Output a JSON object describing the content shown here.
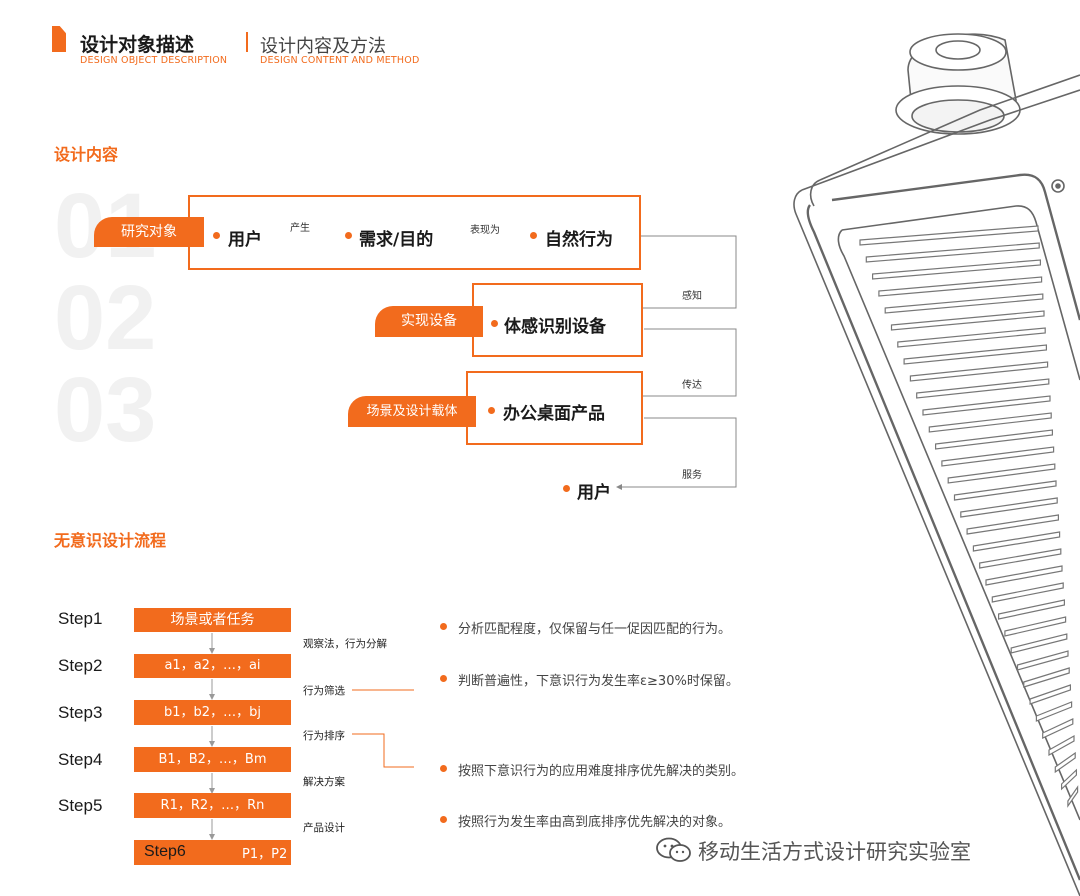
{
  "header": {
    "title": "设计对象描述",
    "subtitle": "DESIGN OBJECT DESCRIPTION",
    "title2": "设计内容及方法",
    "subtitle2": "DESIGN CONTENT AND METHOD"
  },
  "content_section": {
    "title": "设计内容",
    "numbers": [
      "01",
      "02",
      "03"
    ],
    "rows": [
      {
        "tag": "研究对象",
        "nodes": [
          "用户",
          "需求/目的",
          "自然行为"
        ],
        "arrow_labels": [
          "产生",
          "表现为"
        ]
      },
      {
        "tag": "实现设备",
        "nodes": [
          "体感识别设备"
        ]
      },
      {
        "tag": "场景及设计载体",
        "nodes": [
          "办公桌面产品"
        ]
      }
    ],
    "end_node": "用户",
    "link_labels": [
      "感知",
      "传达",
      "服务"
    ]
  },
  "flow_section": {
    "title": "无意识设计流程",
    "steps": [
      {
        "label": "Step1",
        "box": "场景或者任务"
      },
      {
        "label": "Step2",
        "box": "a1，a2，…，ai"
      },
      {
        "label": "Step3",
        "box": "b1，b2，…，bj"
      },
      {
        "label": "Step4",
        "box": "B1，B2，…，Bm"
      },
      {
        "label": "Step5",
        "box": "R1，R2，…，Rn"
      },
      {
        "label": "Step6",
        "box": "P1，P2"
      }
    ],
    "mid_labels": [
      "观察法，行为分解",
      "行为筛选",
      "行为排序",
      "解决方案",
      "产品设计"
    ],
    "descriptions": [
      "分析匹配程度，仅保留与任一促因匹配的行为。",
      "判断普遍性，下意识行为发生率ε≥30%时保留。",
      "按照下意识行为的应用难度排序优先解决的类别。",
      "按照行为发生率由高到底排序优先解决的对象。"
    ]
  },
  "watermark": "移动生活方式设计研究实验室",
  "colors": {
    "accent": "#f26b1d",
    "number_gray": "#f1f1f1",
    "line_gray": "#888888"
  }
}
